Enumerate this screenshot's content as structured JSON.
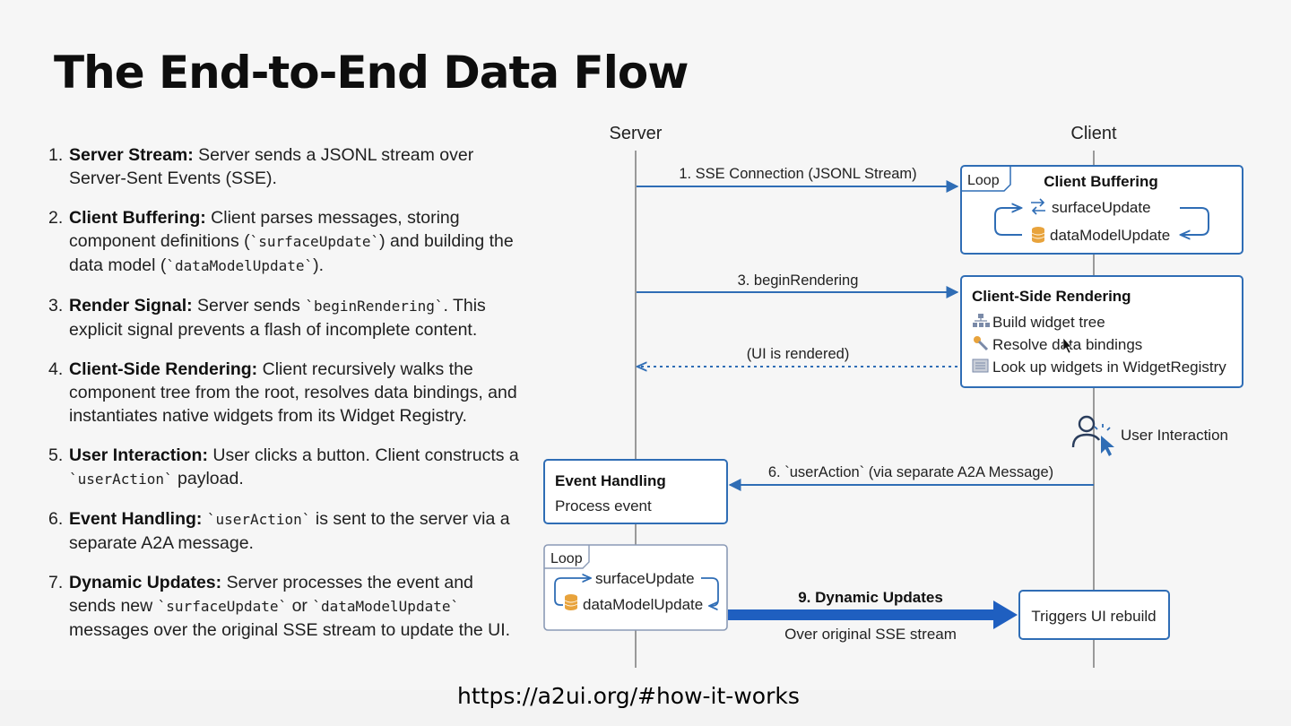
{
  "title": "The End-to-End Data Flow",
  "steps": [
    {
      "num": "1.",
      "label": "Server Stream:",
      "text": "Server sends a JSONL stream over Server-Sent Events (SSE)."
    },
    {
      "num": "2.",
      "label": "Client Buffering:",
      "text": "Client parses messages, storing component definitions (`surfaceUpdate`) and building the data model (`dataModelUpdate`)."
    },
    {
      "num": "3.",
      "label": "Render Signal:",
      "text": "Server sends `beginRendering`. This explicit signal prevents a flash of incomplete content."
    },
    {
      "num": "4.",
      "label": "Client-Side Rendering:",
      "text": "Client recursively walks the component tree from the root, resolves data bindings, and instantiates native widgets from its Widget Registry."
    },
    {
      "num": "5.",
      "label": "User Interaction:",
      "text": "User clicks a button. Client constructs a `userAction` payload."
    },
    {
      "num": "6.",
      "label": "Event Handling:",
      "text": "`userAction` is sent to the server via a separate A2A message."
    },
    {
      "num": "7.",
      "label": "Dynamic Updates:",
      "text": "Server processes the event and sends new `surfaceUpdate` or `dataModelUpdate` messages over the original SSE stream to update the UI."
    }
  ],
  "diagram": {
    "server_label": "Server",
    "client_label": "Client",
    "msg_sse": "1. SSE Connection (JSONL Stream)",
    "msg_begin": "3. beginRendering",
    "msg_rendered": "(UI is rendered)",
    "msg_useraction": "6. `userAction` (via separate A2A Message)",
    "msg_dynamic": "9. Dynamic Updates",
    "msg_dynamic_sub": "Over original SSE stream",
    "loop_tag": "Loop",
    "client_buffering": {
      "title": "Client Buffering",
      "item1": "surfaceUpdate",
      "item2": "dataModelUpdate"
    },
    "client_rendering": {
      "title": "Client-Side Rendering",
      "item1": "Build widget tree",
      "item2": "Resolve data bindings",
      "item3": "Look up widgets in WidgetRegistry"
    },
    "user_interaction": "User Interaction",
    "event_handling": {
      "title": "Event Handling",
      "subtitle": "Process event"
    },
    "server_loop": {
      "item1": "surfaceUpdate",
      "item2": "dataModelUpdate"
    },
    "triggers": "Triggers UI rebuild",
    "colors": {
      "accent": "#2f6db5",
      "arrow_strong": "#1f5fc0",
      "lifeline": "#9a9a9a",
      "db_icon": "#e8a33c"
    }
  },
  "footer_url": "https://a2ui.org/#how-it-works"
}
